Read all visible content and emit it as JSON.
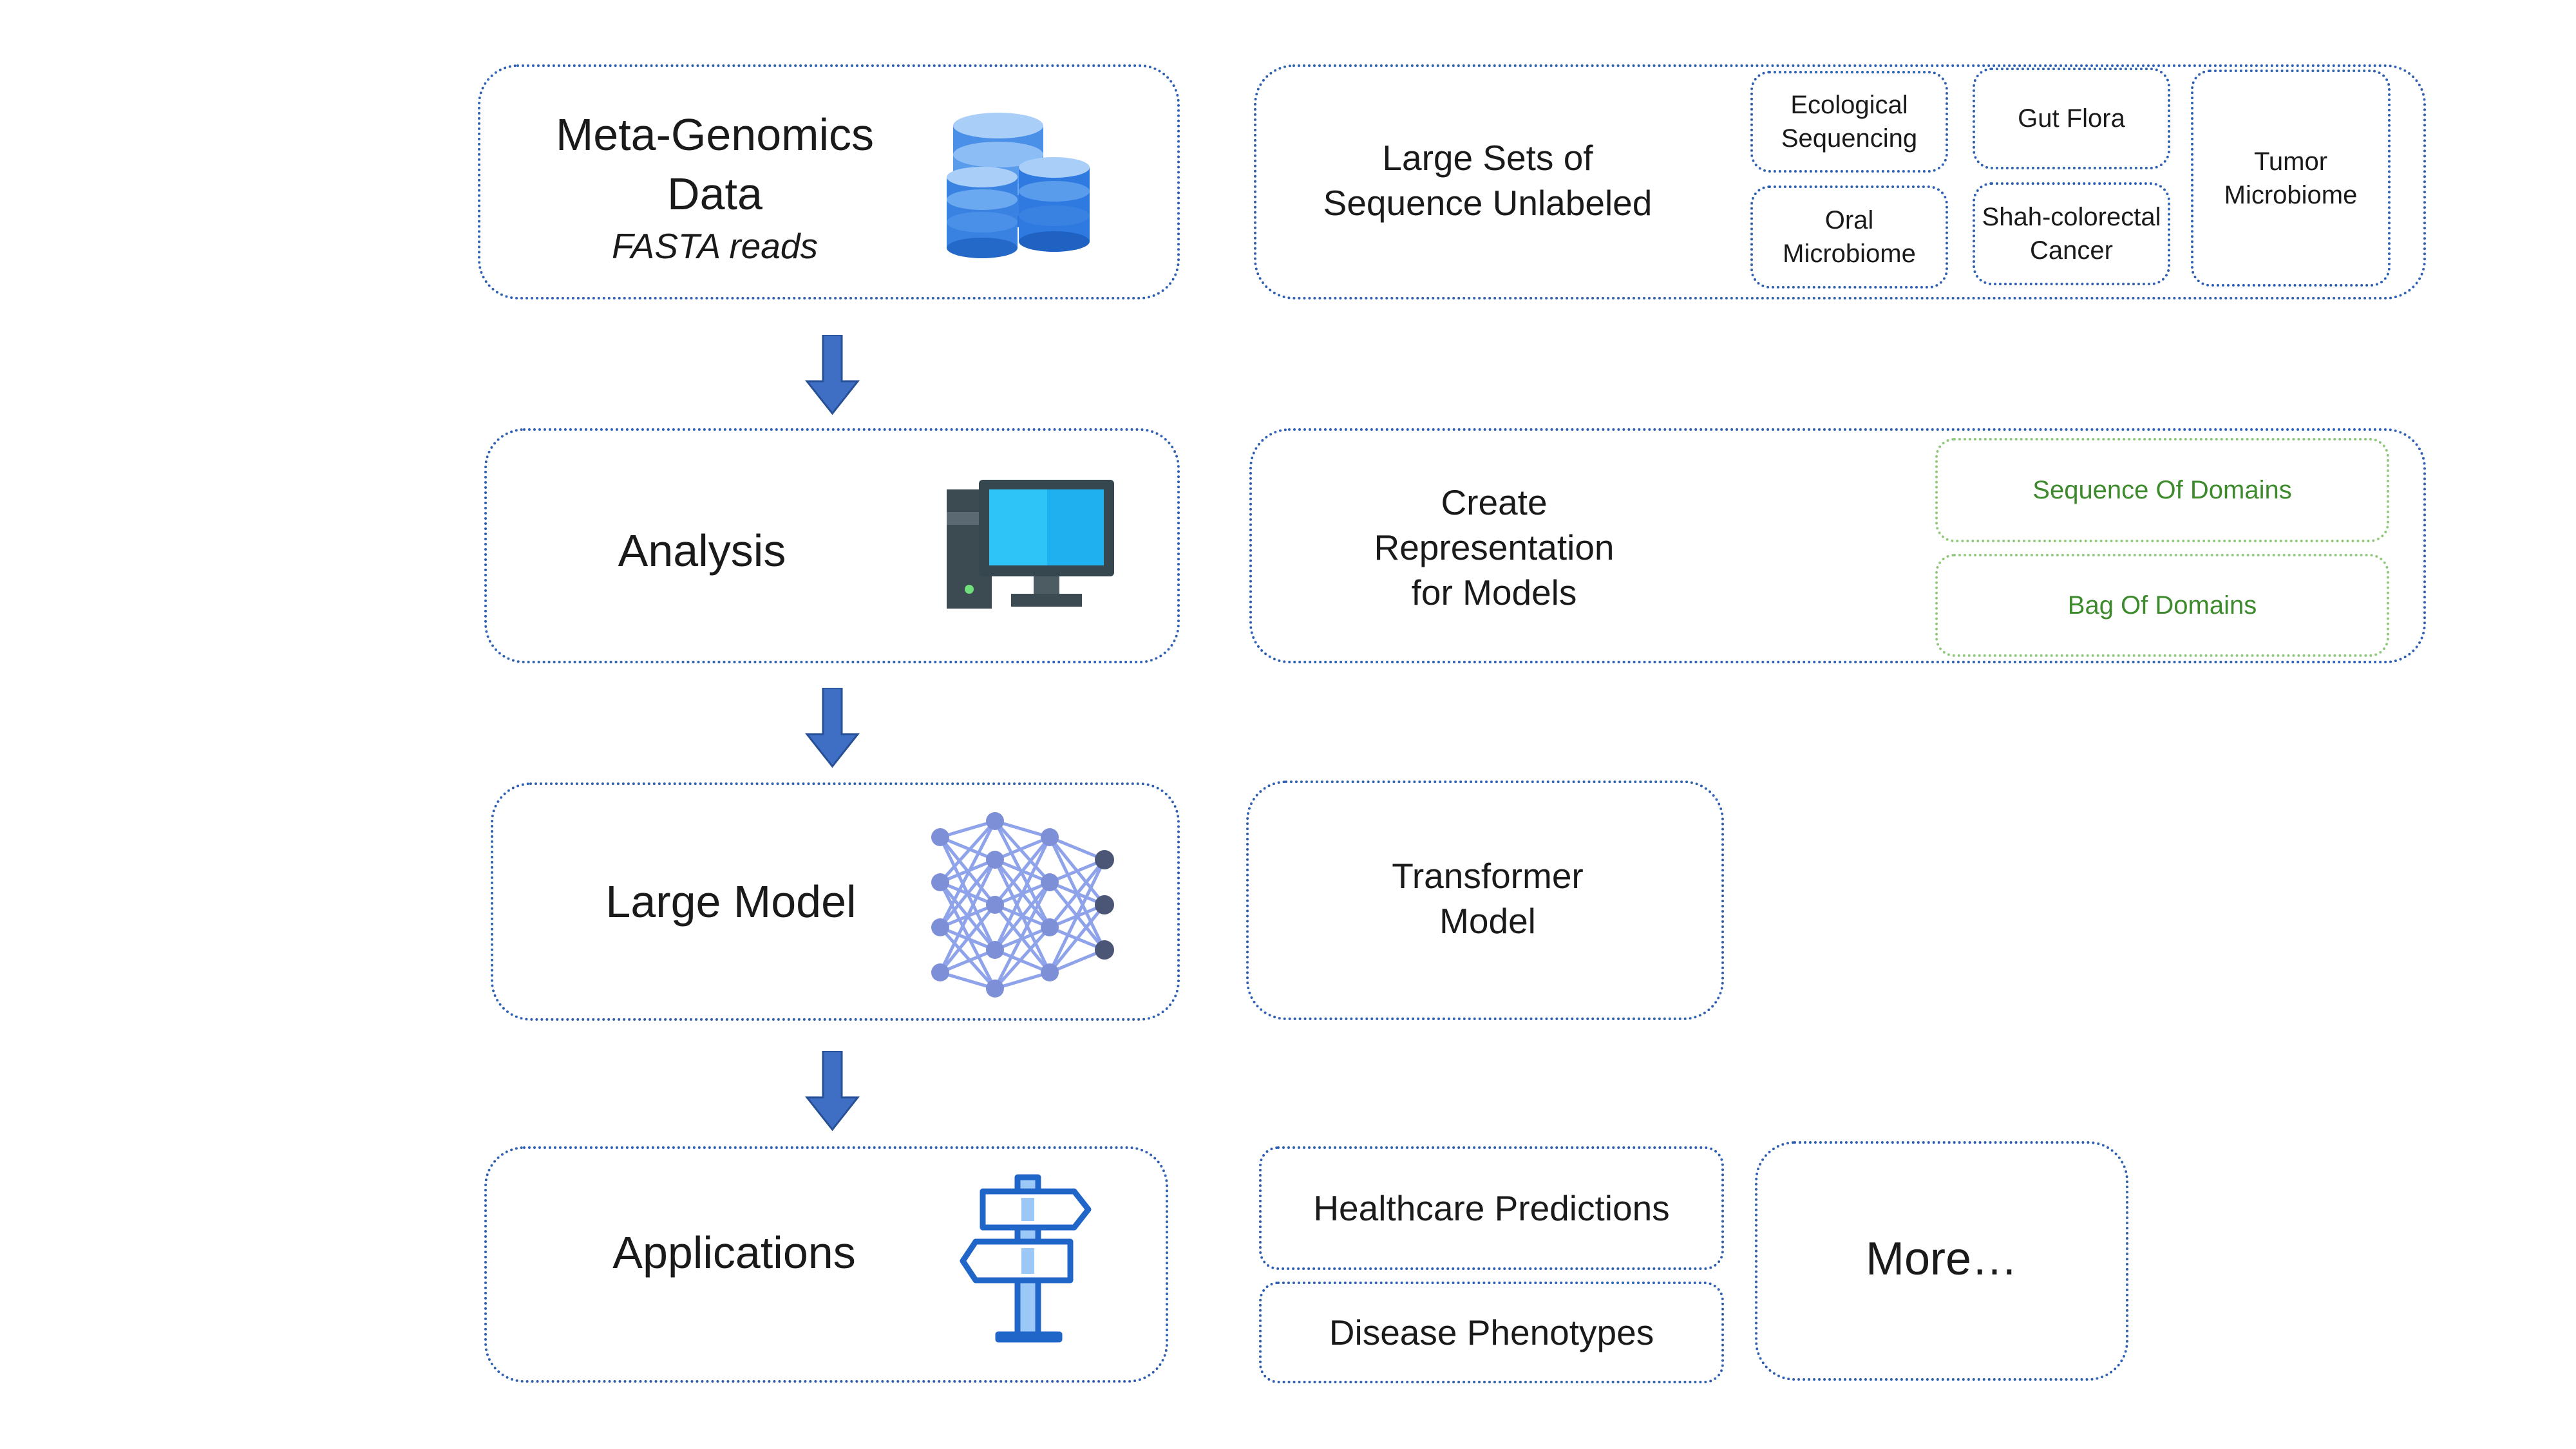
{
  "flow": {
    "data_title": "Meta-Genomics\nData",
    "data_subtitle": "FASTA reads",
    "analysis": "Analysis",
    "model": "Large Model",
    "applications": "Applications"
  },
  "data_detail": {
    "label": "Large Sets of\nSequence Unlabeled",
    "sources": [
      "Ecological\nSequencing",
      "Gut Flora",
      "Oral\nMicrobiome",
      "Shah-colorectal\nCancer",
      "Tumor\nMicrobiome"
    ]
  },
  "analysis_detail": {
    "label": "Create\nRepresentation\nfor Models",
    "options": [
      "Sequence Of Domains",
      "Bag Of Domains"
    ]
  },
  "model_detail": {
    "label": "Transformer\nModel"
  },
  "applications_detail": {
    "items": [
      "Healthcare Predictions",
      "Disease Phenotypes"
    ],
    "more": "More…"
  },
  "icons": {
    "data": "database-icon",
    "analysis": "computer-icon",
    "model": "neural-network-icon",
    "applications": "signpost-icon"
  },
  "colors": {
    "border": "#2f5fb3",
    "arrow": "#3f6fc4",
    "green": "#3c8a2c"
  }
}
